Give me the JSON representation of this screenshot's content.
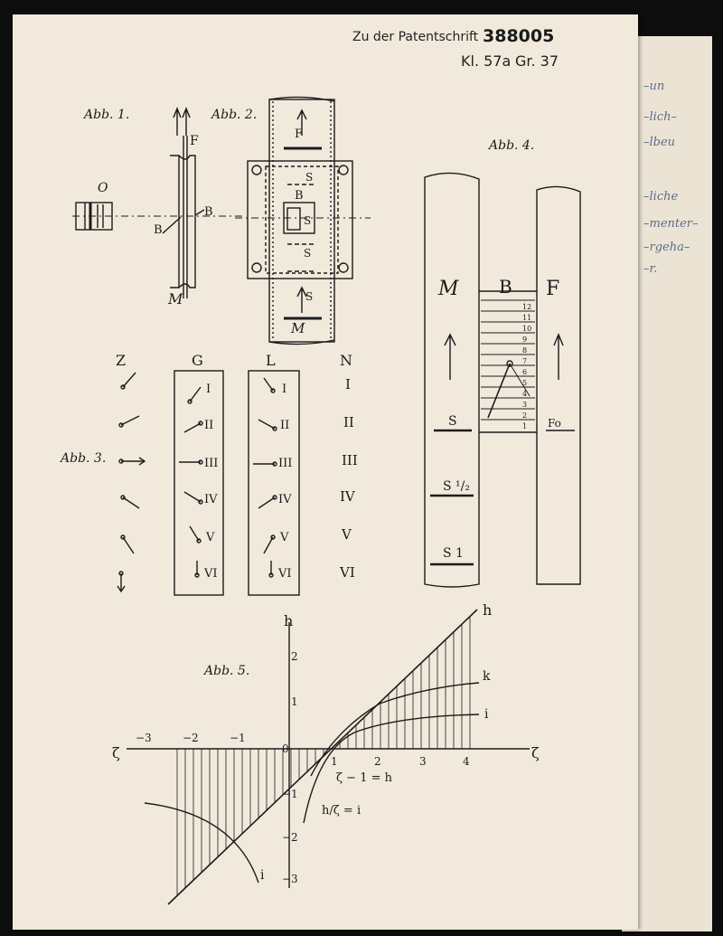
{
  "header": {
    "line1": "Zu der Patentschrift",
    "number": "388005",
    "class": "Kl. 57a",
    "group": "Gr. 37"
  },
  "captions": {
    "fig1": "Abb. 1.",
    "fig2": "Abb. 2.",
    "fig3": "Abb. 3.",
    "fig4": "Abb. 4.",
    "fig5": "Abb. 5."
  },
  "fig1_labels": {
    "o": "O",
    "f": "F",
    "b_left": "B",
    "b_right": "B",
    "m": "M"
  },
  "fig2_labels": {
    "f": "F",
    "s_top": "S",
    "b": "B",
    "s_mid": "S",
    "s_low": "S",
    "s_bottom": "S",
    "m": "M"
  },
  "fig3": {
    "columns": [
      "Z",
      "G",
      "L",
      "N"
    ],
    "numerals": [
      "I",
      "II",
      "III",
      "IV",
      "V",
      "VI"
    ]
  },
  "fig4_labels": {
    "m": "M",
    "b": "B",
    "f": "F",
    "s": "S",
    "s_half": "S ¹/₂",
    "s_one": "S 1",
    "fo": "Fo",
    "scale": [
      "1",
      "2",
      "3",
      "4",
      "5",
      "6",
      "7",
      "8",
      "9",
      "10",
      "11",
      "12"
    ]
  },
  "fig5": {
    "x_axis_label": "ζ",
    "y_axis_label": "h",
    "x_ticks": [
      "−3",
      "−2",
      "−1",
      "0",
      "1",
      "2",
      "3",
      "4"
    ],
    "y_ticks": [
      "2",
      "1",
      "−1",
      "−2",
      "−3"
    ],
    "curve_labels": {
      "h": "h",
      "k": "k",
      "i": "i",
      "i_low": "i"
    },
    "formula1": "ζ − 1 = h",
    "formula2": "h/ζ = i"
  },
  "margin_scribbles": [
    "–un",
    "–lich–",
    "–lbeu",
    "–liche",
    "–menter–",
    "–rgeha–",
    "–r."
  ]
}
